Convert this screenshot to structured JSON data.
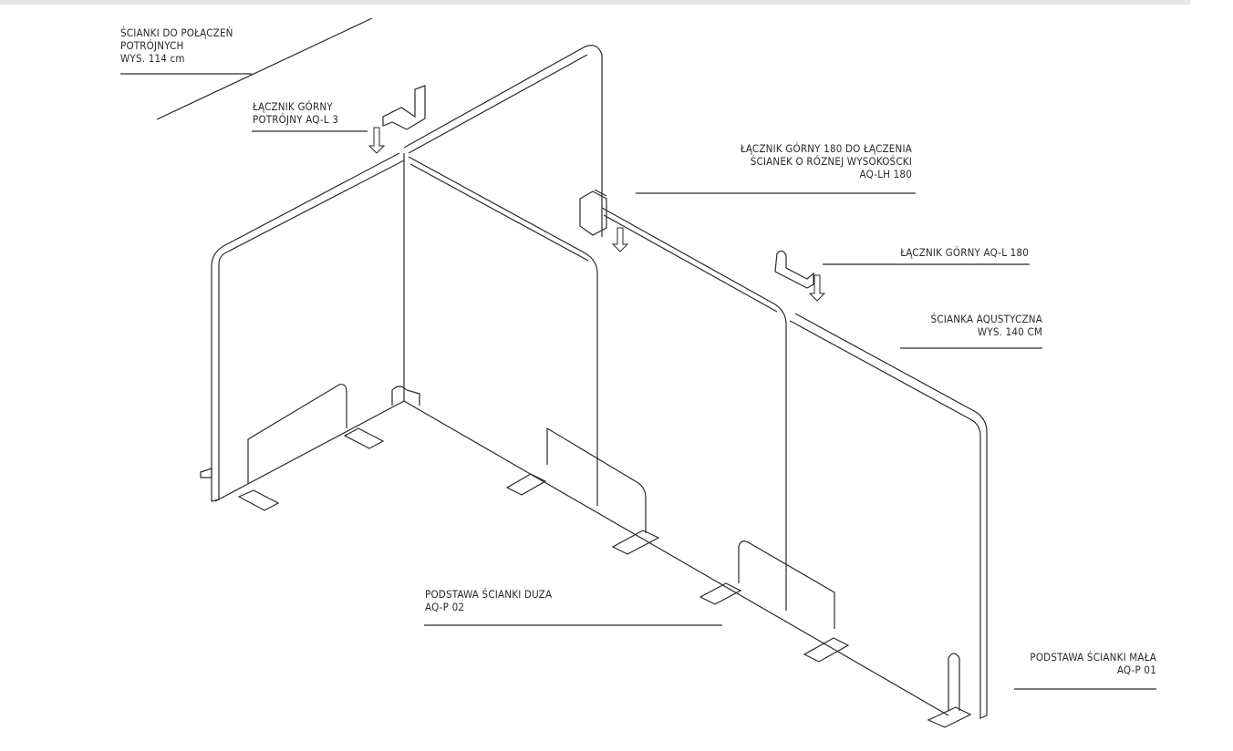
{
  "labels": {
    "triple_walls": [
      "ŚCIANKI DO POŁĄCZEŃ",
      "POTRÓJNYCH",
      "WYS. 114 cm"
    ],
    "triple_connector": [
      "ŁĄCZNIK GÓRNY",
      "POTRÓJNY AQ-L 3"
    ],
    "height_connector": [
      "ŁĄCZNIK GÓRNY 180 DO ŁĄCZENIA",
      "ŚCIANEK O RÓZNEJ WYSOKOŚCKI",
      "AQ-LH 180"
    ],
    "connector_180": [
      "ŁĄCZNIK GÓRNY AQ-L 180"
    ],
    "acoustic_wall": [
      "ŚCIANKA AQUSTYCZNA",
      "WYS. 140 CM"
    ],
    "large_base": [
      "PODSTAWA ŚCIANKI DUZA",
      "AQ-P 02"
    ],
    "small_base": [
      "PODSTAWA ŚCIANKI MAŁA",
      "AQ-P 01"
    ]
  },
  "colors": {
    "line": "#2a2a2a",
    "panel": "#ffffff",
    "topbar": "#e6e6e6"
  }
}
